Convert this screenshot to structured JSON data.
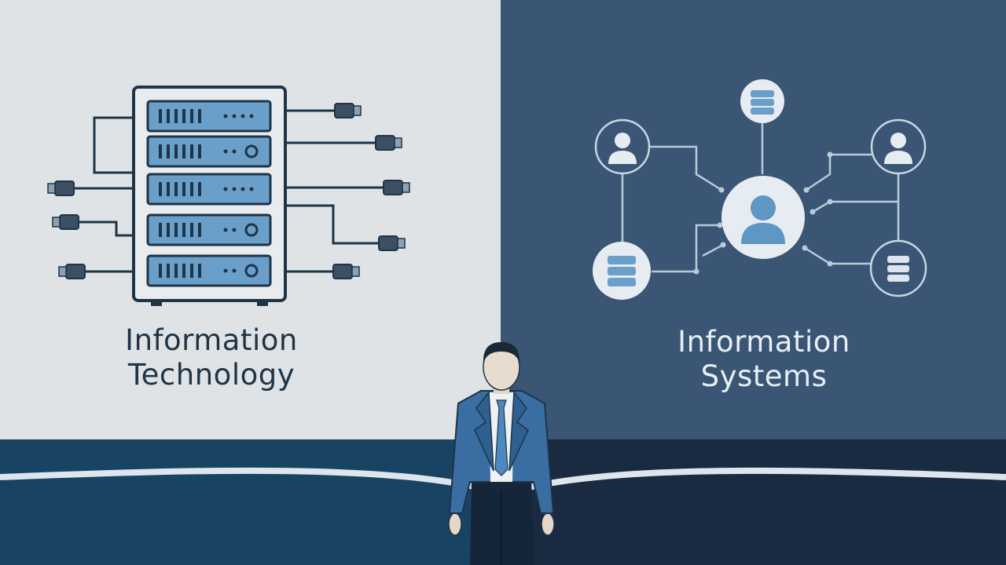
{
  "left_panel": {
    "title_line1": "Information",
    "title_line2": "Technology",
    "background": "#dfe3e5",
    "icon": "server-rack-icon"
  },
  "right_panel": {
    "title_line1": "Information",
    "title_line2": "Systems",
    "background": "#3a5674",
    "icon": "network-diagram-icon"
  },
  "figure": {
    "icon": "businessman-icon"
  },
  "colors": {
    "accent_blue": "#5e96c4",
    "dark_navy": "#1e3447",
    "floor_left": "#184363",
    "floor_right": "#1a2a40"
  }
}
